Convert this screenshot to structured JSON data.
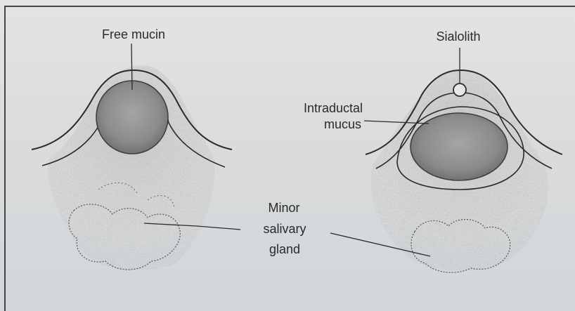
{
  "figure": {
    "labels": {
      "free_mucin": "Free mucin",
      "sialolith": "Sialolith",
      "intraductal_mucus_line1": "Intraductal",
      "intraductal_mucus_line2": "mucus",
      "minor_salivary_gland_line1": "Minor",
      "minor_salivary_gland_line2": "salivary",
      "minor_salivary_gland_line3": "gland"
    },
    "colors": {
      "background": "#dcdddc",
      "ink": "#2a2a2a",
      "mucin_fill": "#8d8c8c",
      "stipple": "#6f6f6f"
    }
  }
}
